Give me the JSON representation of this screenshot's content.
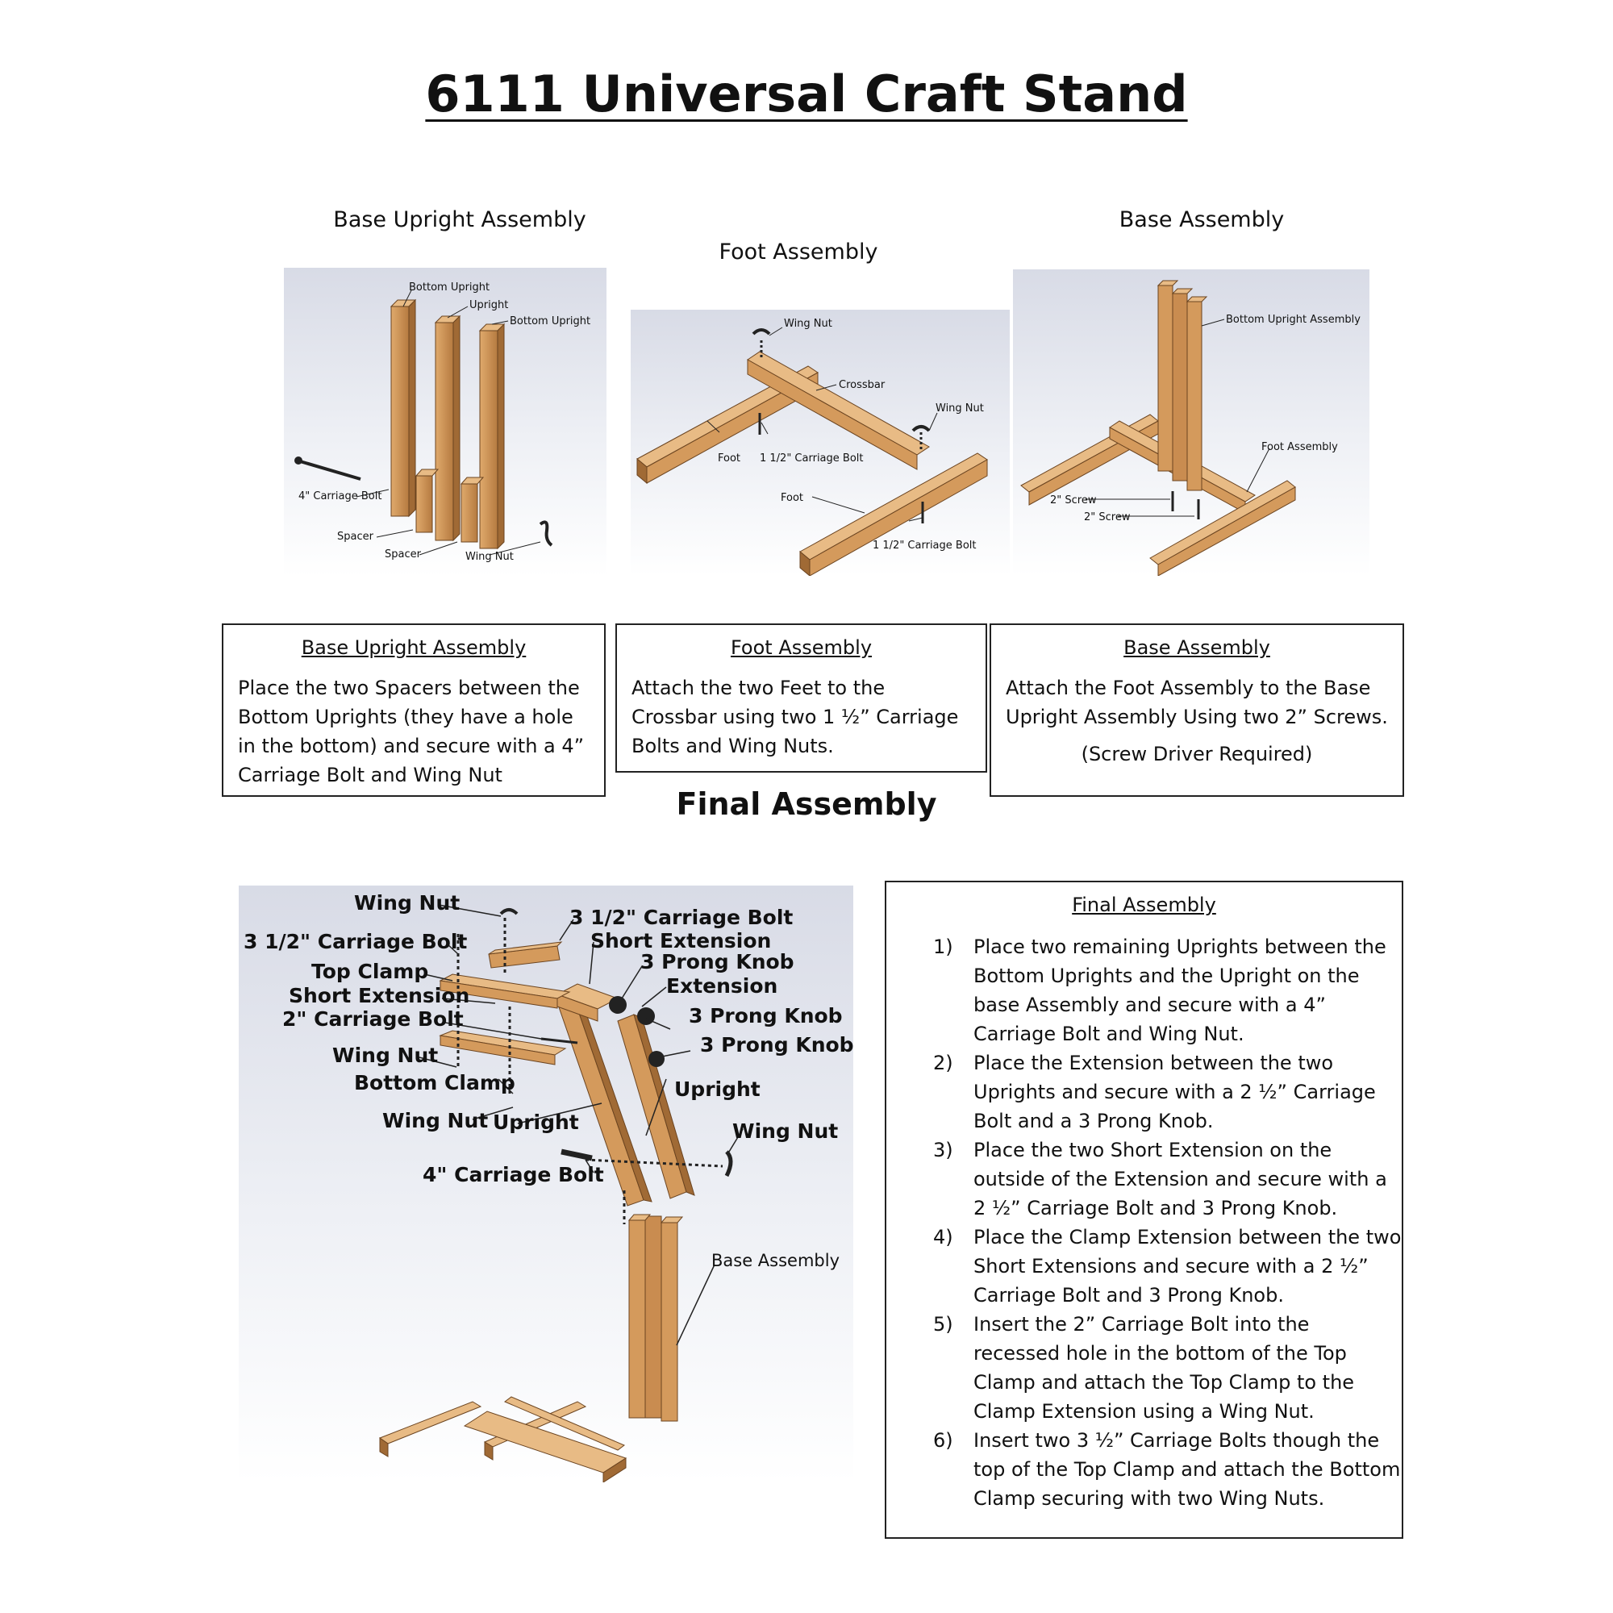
{
  "title": "6111 Universal Craft Stand",
  "figures": {
    "base_upright": {
      "heading": "Base Upright Assembly",
      "labels": [
        "Bottom Upright",
        "Upright",
        "Bottom Upright",
        "4\" Carriage Bolt",
        "Spacer",
        "Spacer",
        "Wing Nut"
      ]
    },
    "foot": {
      "heading": "Foot Assembly",
      "labels": [
        "Wing Nut",
        "Crossbar",
        "Wing Nut",
        "Foot",
        "1 1/2\" Carriage Bolt",
        "Foot",
        "1 1/2\" Carriage Bolt"
      ]
    },
    "base": {
      "heading": "Base Assembly",
      "labels": [
        "Bottom Upright Assembly",
        "Foot Assembly",
        "2\" Screw",
        "2\" Screw"
      ]
    },
    "final": {
      "labels": [
        "Wing Nut",
        "3 1/2\" Carriage Bolt",
        "3 1/2\" Carriage Bolt",
        "Short Extension",
        "Top Clamp",
        "3 Prong Knob",
        "Extension",
        "Short Extension",
        "3 Prong Knob",
        "2\" Carriage Bolt",
        "3 Prong Knob",
        "Wing Nut",
        "Bottom Clamp",
        "Upright",
        "Wing Nut",
        "Upright",
        "Wing Nut",
        "4\" Carriage Bolt",
        "Base Assembly"
      ]
    }
  },
  "boxes": {
    "base_upright": {
      "title": "Base Upright Assembly",
      "body": "Place the two Spacers between the Bottom Uprights (they have a hole in the bottom) and secure with a 4” Carriage Bolt and Wing Nut"
    },
    "foot": {
      "title": "Foot Assembly",
      "body": "Attach the two Feet to the Crossbar using two 1 ½” Carriage Bolts and Wing Nuts."
    },
    "base": {
      "title": "Base Assembly",
      "body": "Attach the Foot Assembly to the Base Upright Assembly Using two 2” Screws.",
      "note": "(Screw Driver Required)"
    }
  },
  "final_assembly": {
    "heading": "Final Assembly",
    "box_title": "Final Assembly",
    "steps": [
      {
        "num": "1)",
        "text": "Place two remaining Uprights between the Bottom Uprights and the Upright on the base Assembly and secure with a 4” Carriage Bolt and Wing Nut."
      },
      {
        "num": "2)",
        "text": "Place the Extension between the two Uprights and secure with a 2 ½” Carriage Bolt and a 3 Prong Knob."
      },
      {
        "num": "3)",
        "text": "Place the two Short Extension on the outside of the Extension and secure with a 2 ½” Carriage Bolt and 3 Prong Knob."
      },
      {
        "num": "4)",
        "text": " Place the Clamp Extension between the two Short Extensions and secure with a 2 ½” Carriage Bolt and 3 Prong Knob."
      },
      {
        "num": "5)",
        "text": "Insert the 2” Carriage Bolt into the recessed hole in the bottom of the Top Clamp and attach the Top Clamp to the Clamp Extension using a Wing Nut."
      },
      {
        "num": "6)",
        "text": "Insert two 3 ½” Carriage Bolts though the top of the Top Clamp and attach the Bottom Clamp securing with two Wing Nuts."
      }
    ]
  },
  "colors": {
    "wood": "#d49a5c",
    "wood_dark": "#a8703a",
    "metal": "#333333"
  }
}
